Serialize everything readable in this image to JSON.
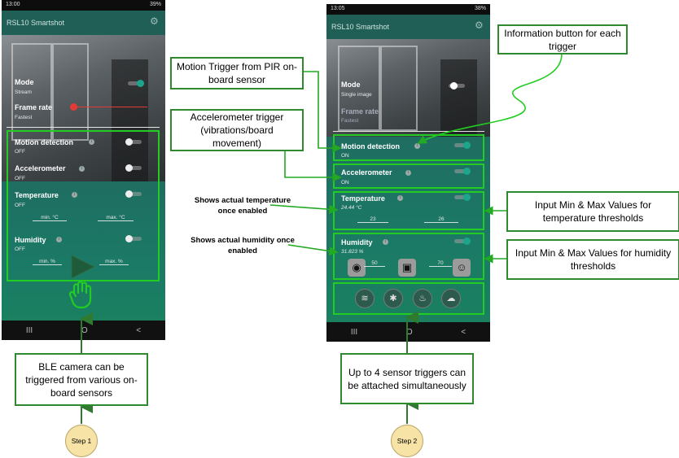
{
  "phone1": {
    "status": {
      "time": "13:00",
      "battery": "39%"
    },
    "app_title": "RSL10 Smartshot",
    "mode": {
      "label": "Mode",
      "value": "Stream"
    },
    "frame_rate": {
      "label": "Frame rate",
      "value": "Fastest"
    },
    "motion": {
      "label": "Motion detection",
      "value": "OFF"
    },
    "accel": {
      "label": "Accelerometer",
      "value": "OFF"
    },
    "temperature": {
      "label": "Temperature",
      "value": "OFF",
      "min_placeholder": "min. °C",
      "max_placeholder": "max. °C"
    },
    "humidity": {
      "label": "Humidity",
      "value": "OFF",
      "min_placeholder": "min. %",
      "max_placeholder": "max. %"
    },
    "nav": {
      "recents": "III",
      "home": "O",
      "back": "<"
    }
  },
  "phone2": {
    "status": {
      "time": "13:05",
      "battery": "38%"
    },
    "app_title": "RSL10 Smartshot",
    "mode": {
      "label": "Mode",
      "value": "Single image"
    },
    "frame_rate": {
      "label": "Frame rate",
      "value": "Fastest"
    },
    "motion": {
      "label": "Motion detection",
      "value": "ON"
    },
    "accel": {
      "label": "Accelerometer",
      "value": "ON"
    },
    "temperature": {
      "label": "Temperature",
      "reading": "24.44 °C",
      "min": "23",
      "max": "26"
    },
    "humidity": {
      "label": "Humidity",
      "reading": "31.823 %",
      "min": "50",
      "max": "70"
    },
    "nav": {
      "recents": "III",
      "home": "O",
      "back": "<"
    }
  },
  "callouts": {
    "motion_trigger": "Motion Trigger from PIR on-board sensor",
    "accel_trigger": "Accelerometer trigger (vibrations/board movement)",
    "info_button": "Information button for each trigger",
    "temp_thresholds": "Input Min & Max Values for temperature thresholds",
    "humidity_thresholds": "Input Min & Max Values for humidity thresholds",
    "ble_camera": "BLE camera can be triggered from various on-board sensors",
    "up_to_4": "Up to 4 sensor triggers can be attached simultaneously"
  },
  "notes": {
    "temp": "Shows actual temperature once enabled",
    "humidity": "Shows actual humidity once enabled"
  },
  "steps": {
    "step1": "Step 1",
    "step2": "Step 2"
  },
  "colors": {
    "highlight_green": "#22cc22",
    "toggle_on_teal": "#1aa58c",
    "toggle_red": "#e53935",
    "step_fill": "#f7e3a6"
  }
}
